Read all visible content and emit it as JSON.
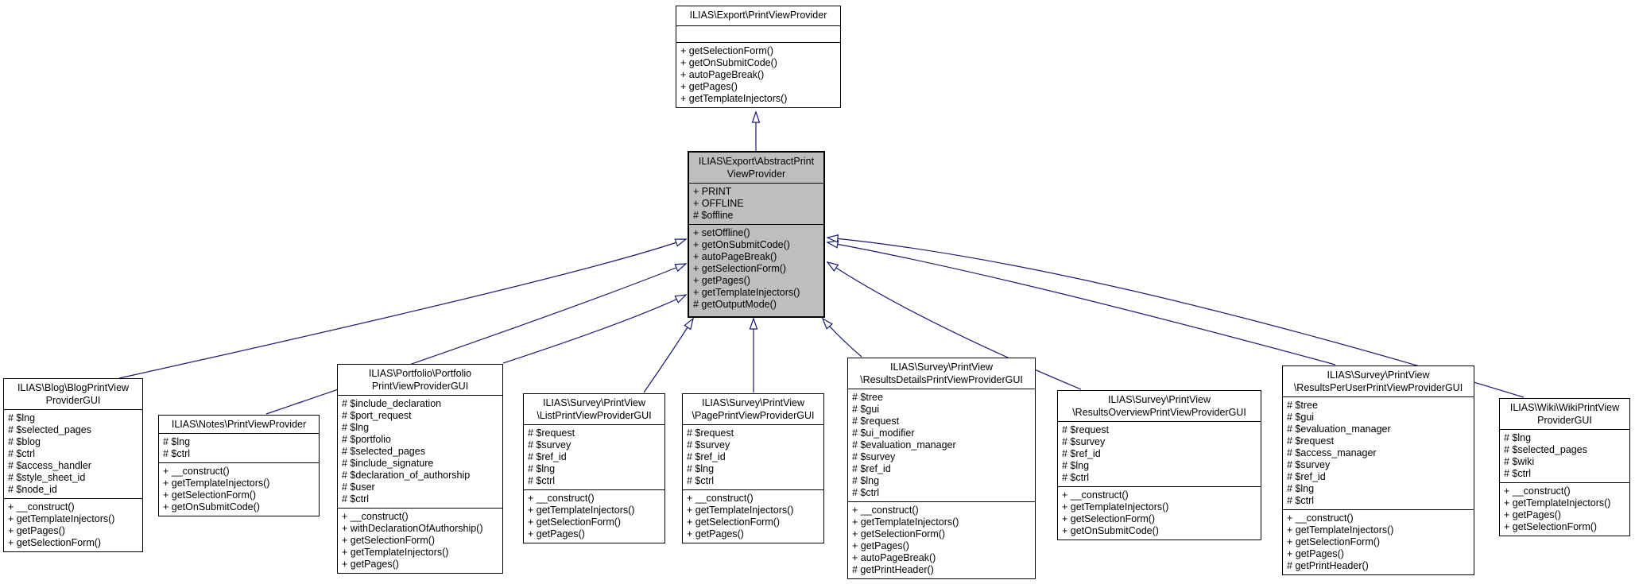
{
  "diagram": {
    "type": "uml-class-inheritance",
    "colors": {
      "edge": "#191970",
      "highlight_fill": "#bebebe",
      "box_fill": "#ffffff",
      "box_border": "#000000",
      "text": "#000000"
    },
    "classes": [
      {
        "id": "print-view-provider",
        "highlighted": false,
        "title_lines": [
          "ILIAS\\Export\\PrintViewProvider"
        ],
        "attributes": [],
        "methods": [
          "+ getSelectionForm()",
          "+ getOnSubmitCode()",
          "+ autoPageBreak()",
          "+ getPages()",
          "+ getTemplateInjectors()"
        ]
      },
      {
        "id": "abstract-print-view-provider",
        "highlighted": true,
        "title_lines": [
          "ILIAS\\Export\\AbstractPrint",
          "ViewProvider"
        ],
        "attributes": [
          "+ PRINT",
          "+ OFFLINE",
          "# $offline"
        ],
        "methods": [
          "+ setOffline()",
          "+ getOnSubmitCode()",
          "+ autoPageBreak()",
          "+ getSelectionForm()",
          "+ getPages()",
          "+ getTemplateInjectors()",
          "# getOutputMode()"
        ]
      },
      {
        "id": "blog-print-view-provider-gui",
        "highlighted": false,
        "title_lines": [
          "ILIAS\\Blog\\BlogPrintView",
          "ProviderGUI"
        ],
        "attributes": [
          "# $lng",
          "# $selected_pages",
          "# $blog",
          "# $ctrl",
          "# $access_handler",
          "# $style_sheet_id",
          "# $node_id"
        ],
        "methods": [
          "+ __construct()",
          "+ getTemplateInjectors()",
          "+ getPages()",
          "+ getSelectionForm()"
        ]
      },
      {
        "id": "notes-print-view-provider",
        "highlighted": false,
        "title_lines": [
          "ILIAS\\Notes\\PrintViewProvider"
        ],
        "attributes": [
          "# $lng",
          "# $ctrl"
        ],
        "methods": [
          "+ __construct()",
          "+ getTemplateInjectors()",
          "+ getSelectionForm()",
          "+ getOnSubmitCode()"
        ]
      },
      {
        "id": "portfolio-print-view-provider-gui",
        "highlighted": false,
        "title_lines": [
          "ILIAS\\Portfolio\\Portfolio",
          "PrintViewProviderGUI"
        ],
        "attributes": [
          "# $include_declaration",
          "# $port_request",
          "# $lng",
          "# $portfolio",
          "# $selected_pages",
          "# $include_signature",
          "# $declaration_of_authorship",
          "# $user",
          "# $ctrl"
        ],
        "methods": [
          "+ __construct()",
          "+ withDeclarationOfAuthorship()",
          "+ getSelectionForm()",
          "+ getTemplateInjectors()",
          "+ getPages()"
        ]
      },
      {
        "id": "list-print-view-provider-gui",
        "highlighted": false,
        "title_lines": [
          "ILIAS\\Survey\\PrintView",
          "\\ListPrintViewProviderGUI"
        ],
        "attributes": [
          "# $request",
          "# $survey",
          "# $ref_id",
          "# $lng",
          "# $ctrl"
        ],
        "methods": [
          "+ __construct()",
          "+ getTemplateInjectors()",
          "+ getSelectionForm()",
          "+ getPages()"
        ]
      },
      {
        "id": "page-print-view-provider-gui",
        "highlighted": false,
        "title_lines": [
          "ILIAS\\Survey\\PrintView",
          "\\PagePrintViewProviderGUI"
        ],
        "attributes": [
          "# $request",
          "# $survey",
          "# $ref_id",
          "# $lng",
          "# $ctrl"
        ],
        "methods": [
          "+ __construct()",
          "+ getTemplateInjectors()",
          "+ getSelectionForm()",
          "+ getPages()"
        ]
      },
      {
        "id": "results-details-print-view-provider-gui",
        "highlighted": false,
        "title_lines": [
          "ILIAS\\Survey\\PrintView",
          "\\ResultsDetailsPrintViewProviderGUI"
        ],
        "attributes": [
          "# $tree",
          "# $gui",
          "# $request",
          "# $ui_modifier",
          "# $evaluation_manager",
          "# $survey",
          "# $ref_id",
          "# $lng",
          "# $ctrl"
        ],
        "methods": [
          "+ __construct()",
          "+ getTemplateInjectors()",
          "+ getSelectionForm()",
          "+ getPages()",
          "+ autoPageBreak()",
          "# getPrintHeader()"
        ]
      },
      {
        "id": "results-overview-print-view-provider-gui",
        "highlighted": false,
        "title_lines": [
          "ILIAS\\Survey\\PrintView",
          "\\ResultsOverviewPrintViewProviderGUI"
        ],
        "attributes": [
          "# $request",
          "# $survey",
          "# $ref_id",
          "# $lng",
          "# $ctrl"
        ],
        "methods": [
          "+ __construct()",
          "+ getTemplateInjectors()",
          "+ getSelectionForm()",
          "+ getOnSubmitCode()"
        ]
      },
      {
        "id": "results-per-user-print-view-provider-gui",
        "highlighted": false,
        "title_lines": [
          "ILIAS\\Survey\\PrintView",
          "\\ResultsPerUserPrintViewProviderGUI"
        ],
        "attributes": [
          "# $tree",
          "# $gui",
          "# $evaluation_manager",
          "# $request",
          "# $access_manager",
          "# $survey",
          "# $ref_id",
          "# $lng",
          "# $ctrl"
        ],
        "methods": [
          "+ __construct()",
          "+ getTemplateInjectors()",
          "+ getSelectionForm()",
          "+ getPages()",
          "# getPrintHeader()"
        ]
      },
      {
        "id": "wiki-print-view-provider-gui",
        "highlighted": false,
        "title_lines": [
          "ILIAS\\Wiki\\WikiPrintView",
          "ProviderGUI"
        ],
        "attributes": [
          "# $lng",
          "# $selected_pages",
          "# $wiki",
          "# $ctrl"
        ],
        "methods": [
          "+ __construct()",
          "+ getTemplateInjectors()",
          "+ getPages()",
          "+ getSelectionForm()"
        ]
      }
    ],
    "edges": [
      {
        "from": "abstract-print-view-provider",
        "to": "print-view-provider"
      },
      {
        "from": "blog-print-view-provider-gui",
        "to": "abstract-print-view-provider"
      },
      {
        "from": "notes-print-view-provider",
        "to": "abstract-print-view-provider"
      },
      {
        "from": "portfolio-print-view-provider-gui",
        "to": "abstract-print-view-provider"
      },
      {
        "from": "list-print-view-provider-gui",
        "to": "abstract-print-view-provider"
      },
      {
        "from": "page-print-view-provider-gui",
        "to": "abstract-print-view-provider"
      },
      {
        "from": "results-details-print-view-provider-gui",
        "to": "abstract-print-view-provider"
      },
      {
        "from": "results-overview-print-view-provider-gui",
        "to": "abstract-print-view-provider"
      },
      {
        "from": "results-per-user-print-view-provider-gui",
        "to": "abstract-print-view-provider"
      },
      {
        "from": "wiki-print-view-provider-gui",
        "to": "abstract-print-view-provider"
      }
    ]
  }
}
